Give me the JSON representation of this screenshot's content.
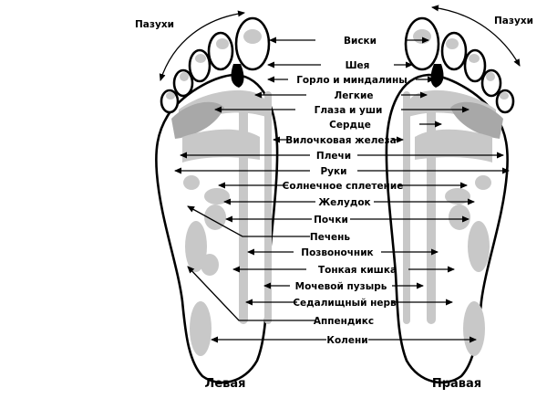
{
  "labels": [
    "Виски",
    "Шея",
    "Горло и миндалины",
    "Легкие",
    "Глаза и уши",
    "Сердце",
    "Вилочковая железа",
    "Плечи",
    "Руки",
    "Солнечное сплетение",
    "Желудок",
    "Почки",
    "Печень",
    "Позвоночник",
    "Тонкая кишка",
    "Мочевой пузырь",
    "Седалищный нерв",
    "Аппендикс",
    "Колени"
  ],
  "armpits_left": "Пазухи",
  "armpits_right": "Пазухи",
  "foot_left": "Левая",
  "foot_right": "Правая"
}
